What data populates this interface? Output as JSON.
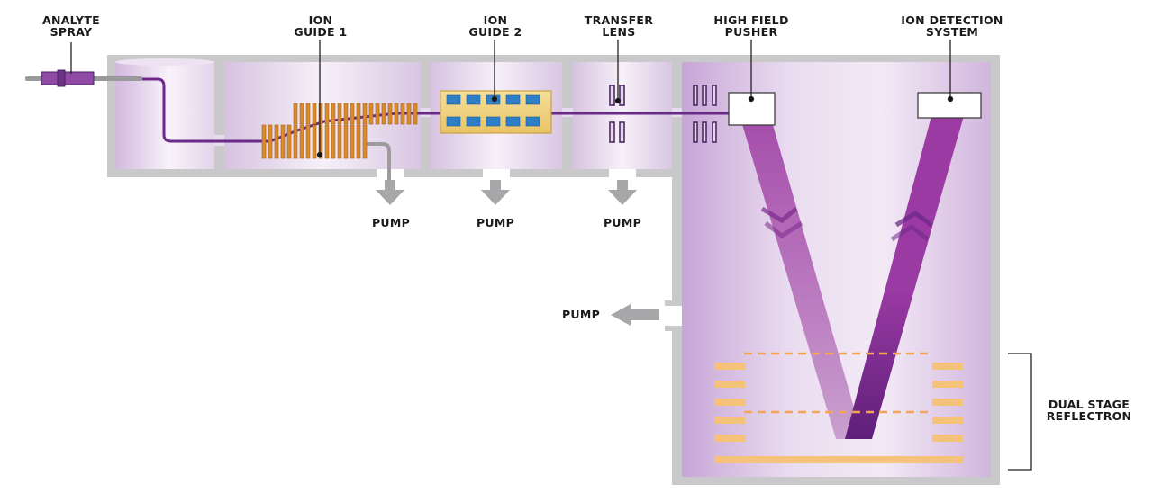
{
  "labels": {
    "analyte_spray": [
      "ANALYTE",
      "SPRAY"
    ],
    "ion_guide_1": [
      "ION",
      "GUIDE 1"
    ],
    "ion_guide_2": [
      "ION",
      "GUIDE 2"
    ],
    "transfer_lens": [
      "TRANSFER",
      "LENS"
    ],
    "high_field_pusher": [
      "HIGH FIELD",
      "PUSHER"
    ],
    "ion_detection_system": [
      "ION DETECTION",
      "SYSTEM"
    ],
    "dual_stage_reflectron": [
      "DUAL STAGE",
      "REFLECTRON"
    ],
    "pump_1": "PUMP",
    "pump_2": "PUMP",
    "pump_3": "PUMP",
    "pump_4": "PUMP"
  },
  "colors": {
    "chamber_wall": "#c9c9cb",
    "chamber_fill": "#e9dcee",
    "ion_beam": "#6a2a8a",
    "v_path": "#9b3ea6",
    "electrode": "#d98a2b",
    "pump_arrow": "#a7a7a9",
    "reflectron_plate": "#f5c27a",
    "guide2_cell": "#2f7fc6"
  }
}
